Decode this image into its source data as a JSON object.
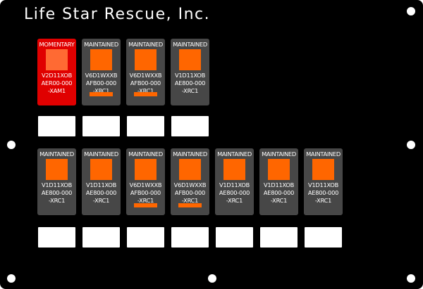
{
  "panel": {
    "title": "Life Star Rescue, Inc.",
    "colors": {
      "background": "#000000",
      "switch_body": "#474747",
      "switch_momentary": "#e00000",
      "lamp": "#ff6600",
      "text": "#ffffff"
    }
  },
  "switches": {
    "row1": [
      {
        "type": "MOMENTARY",
        "code1": "V2D11XOB",
        "code2": "AER00-000",
        "code3": "-XAM1",
        "style": "red",
        "bar": false
      },
      {
        "type": "MAINTAINED",
        "code1": "V6D1WXXB",
        "code2": "AFB00-000",
        "code3": "-XRC1",
        "style": "gray",
        "bar": true
      },
      {
        "type": "MAINTAINED",
        "code1": "V6D1WXXB",
        "code2": "AFB00-000",
        "code3": "-XRC1",
        "style": "gray",
        "bar": true
      },
      {
        "type": "MAINTAINED",
        "code1": "V1D11XOB",
        "code2": "AE800-000",
        "code3": "-XRC1",
        "style": "gray",
        "bar": false
      }
    ],
    "row2": [
      {
        "type": "MAINTAINED",
        "code1": "V1D11XOB",
        "code2": "AE800-000",
        "code3": "-XRC1",
        "style": "gray",
        "bar": false
      },
      {
        "type": "MAINTAINED",
        "code1": "V1D11XOB",
        "code2": "AE800-000",
        "code3": "-XRC1",
        "style": "gray",
        "bar": false
      },
      {
        "type": "MAINTAINED",
        "code1": "V6D1WXXB",
        "code2": "AFB00-000",
        "code3": "-XRC1",
        "style": "gray",
        "bar": true
      },
      {
        "type": "MAINTAINED",
        "code1": "V6D1WXXB",
        "code2": "AFB00-000",
        "code3": "-XRC1",
        "style": "gray",
        "bar": true
      },
      {
        "type": "MAINTAINED",
        "code1": "V1D11XOB",
        "code2": "AE800-000",
        "code3": "-XRC1",
        "style": "gray",
        "bar": false
      },
      {
        "type": "MAINTAINED",
        "code1": "V1D11XOB",
        "code2": "AE800-000",
        "code3": "-XRC1",
        "style": "gray",
        "bar": false
      },
      {
        "type": "MAINTAINED",
        "code1": "V1D11XOB",
        "code2": "AE800-000",
        "code3": "-XRC1",
        "style": "gray",
        "bar": false
      }
    ]
  }
}
